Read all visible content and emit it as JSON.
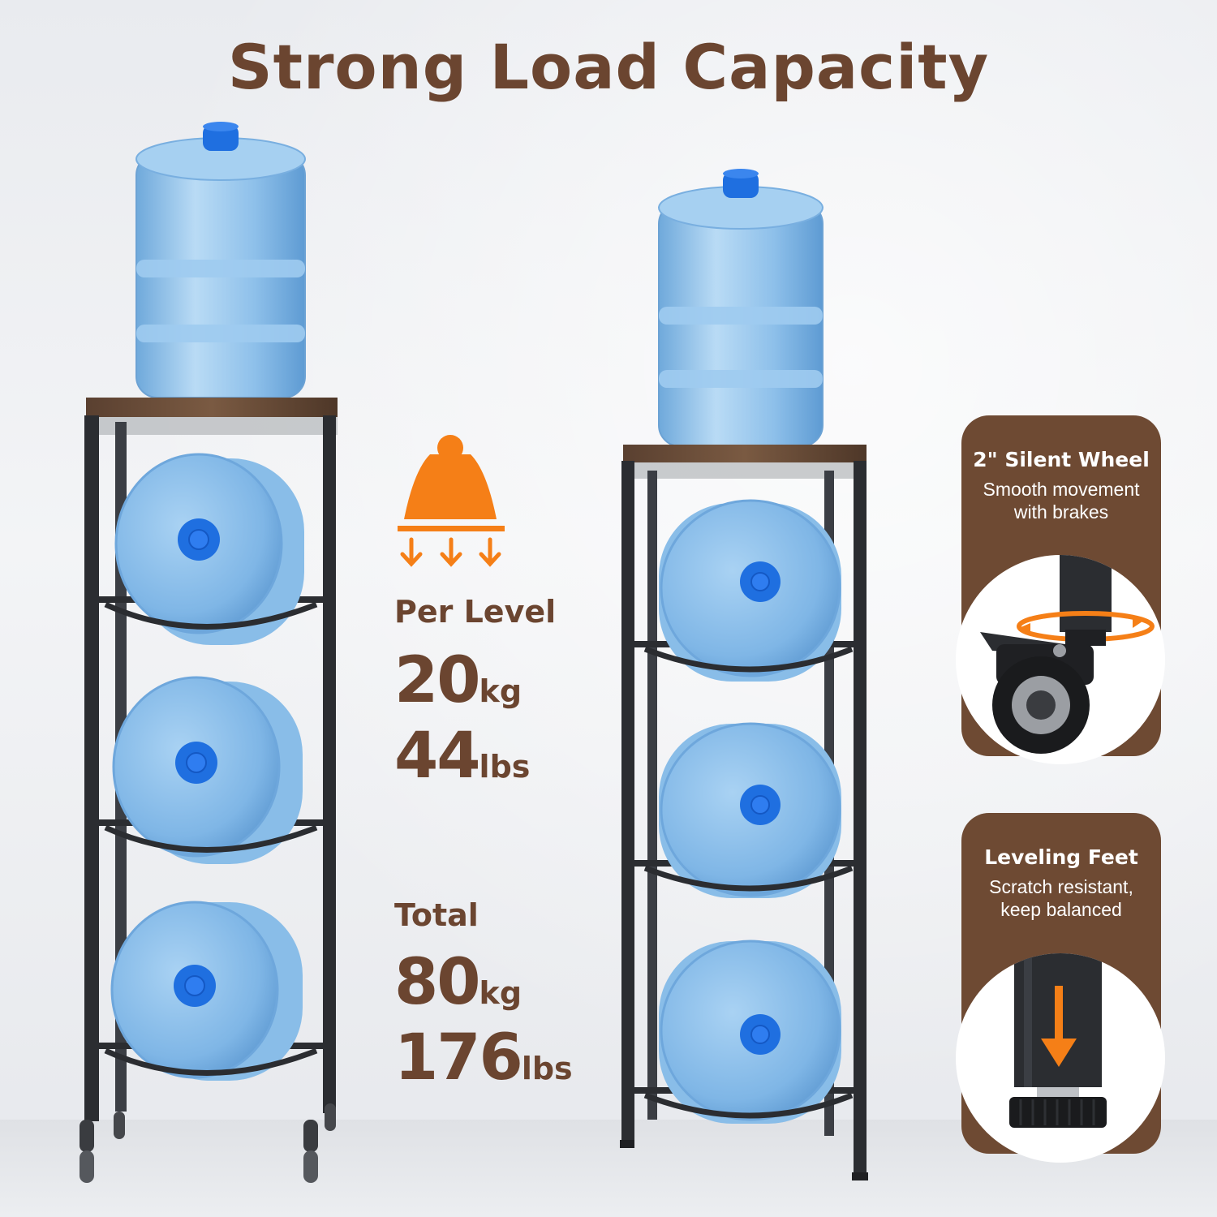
{
  "title": "Strong Load Capacity",
  "per_level": {
    "label": "Per Level",
    "metric_value": "20",
    "metric_unit": "kg",
    "imperial_value": "44",
    "imperial_unit": "lbs"
  },
  "total": {
    "label": "Total",
    "metric_value": "80",
    "metric_unit": "kg",
    "imperial_value": "176",
    "imperial_unit": "lbs"
  },
  "features": [
    {
      "title": "2\" Silent Wheel",
      "line1": "Smooth movement",
      "line2": "with brakes",
      "icon": "caster-wheel-icon"
    },
    {
      "title": "Leveling Feet",
      "line1": "Scratch resistant,",
      "line2": "keep balanced",
      "icon": "leveling-foot-icon"
    }
  ],
  "colors": {
    "brand_brown": "#6b4530",
    "card_brown": "#6e4a33",
    "accent_orange": "#f57f17",
    "bottle_blue": "#8fc1ea",
    "cap_blue": "#1f6fe0",
    "frame_black": "#2b2d31"
  },
  "icons": [
    "weight-icon",
    "caster-wheel-icon",
    "leveling-foot-icon",
    "water-bottle-icon"
  ]
}
